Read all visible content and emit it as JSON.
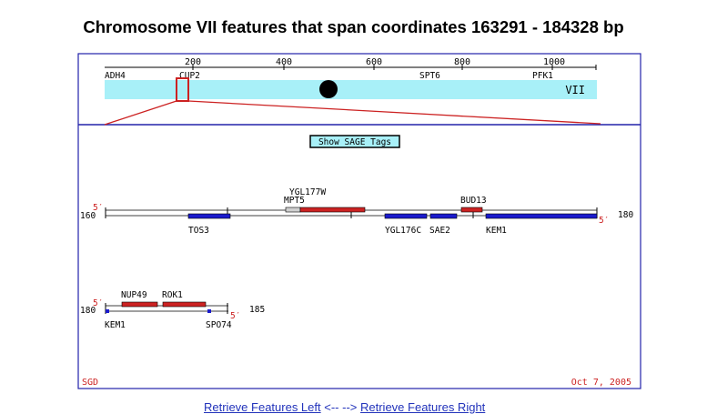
{
  "title": "Chromosome VII features that span coordinates 163291 - 184328 bp",
  "overview": {
    "ticks": [
      "200",
      "400",
      "600",
      "800",
      "1000"
    ],
    "genes": [
      "ADH4",
      "CUP2",
      "SPT6",
      "PFK1"
    ],
    "chromosome_label": "VII"
  },
  "sage_button": "Show SAGE Tags",
  "track1": {
    "start_label": "160",
    "end_label": "180",
    "five_prime_left": "5′",
    "five_prime_right": "5′",
    "top_genes": [
      "YGL177W",
      "MPT5",
      "BUD13"
    ],
    "bottom_genes": [
      "TOS3",
      "YGL176C",
      "SAE2",
      "KEM1"
    ]
  },
  "track2": {
    "start_label": "180",
    "end_label": "185",
    "five_prime_left": "5′",
    "five_prime_right": "5′",
    "top_genes": [
      "NUP49",
      "ROK1"
    ],
    "bottom_genes": [
      "KEM1",
      "SPO74"
    ]
  },
  "footer": {
    "source": "SGD",
    "date": "Oct 7, 2005"
  },
  "links": {
    "left": "Retrieve Features Left",
    "separator": "<-- -->",
    "right": "Retrieve Features Right"
  },
  "colors": {
    "frame": "#2222aa",
    "chromosome_band": "#a8f0f8",
    "watson_strand": "#cc2222",
    "crick_strand": "#1a1acc",
    "label_red": "#cc2222"
  }
}
